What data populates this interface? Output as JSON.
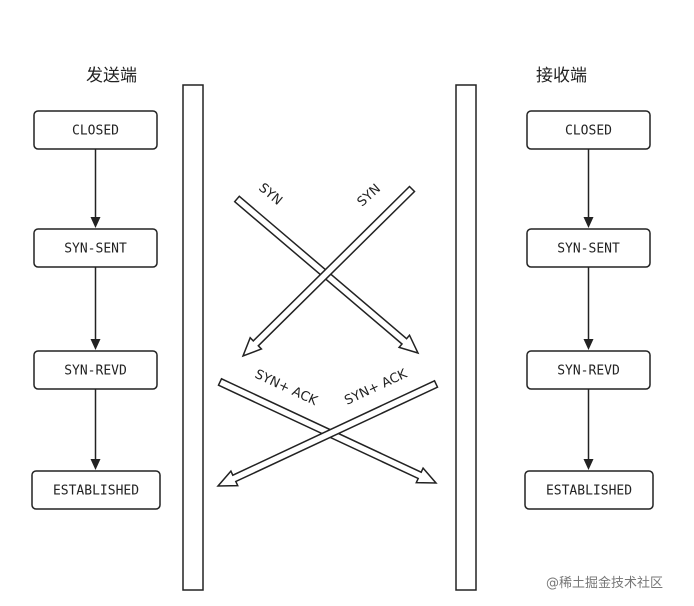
{
  "sender": {
    "title": "发送端",
    "states": [
      "CLOSED",
      "SYN-SENT",
      "SYN-REVD",
      "ESTABLISHED"
    ]
  },
  "receiver": {
    "title": "接收端",
    "states": [
      "CLOSED",
      "SYN-SENT",
      "SYN-REVD",
      "ESTABLISHED"
    ]
  },
  "messages": {
    "syn_out": "SYN",
    "syn_in": "SYN",
    "synack_out": "SYN+ ACK",
    "synack_in": "SYN+ ACK"
  },
  "watermark": "@稀土掘金技术社区"
}
